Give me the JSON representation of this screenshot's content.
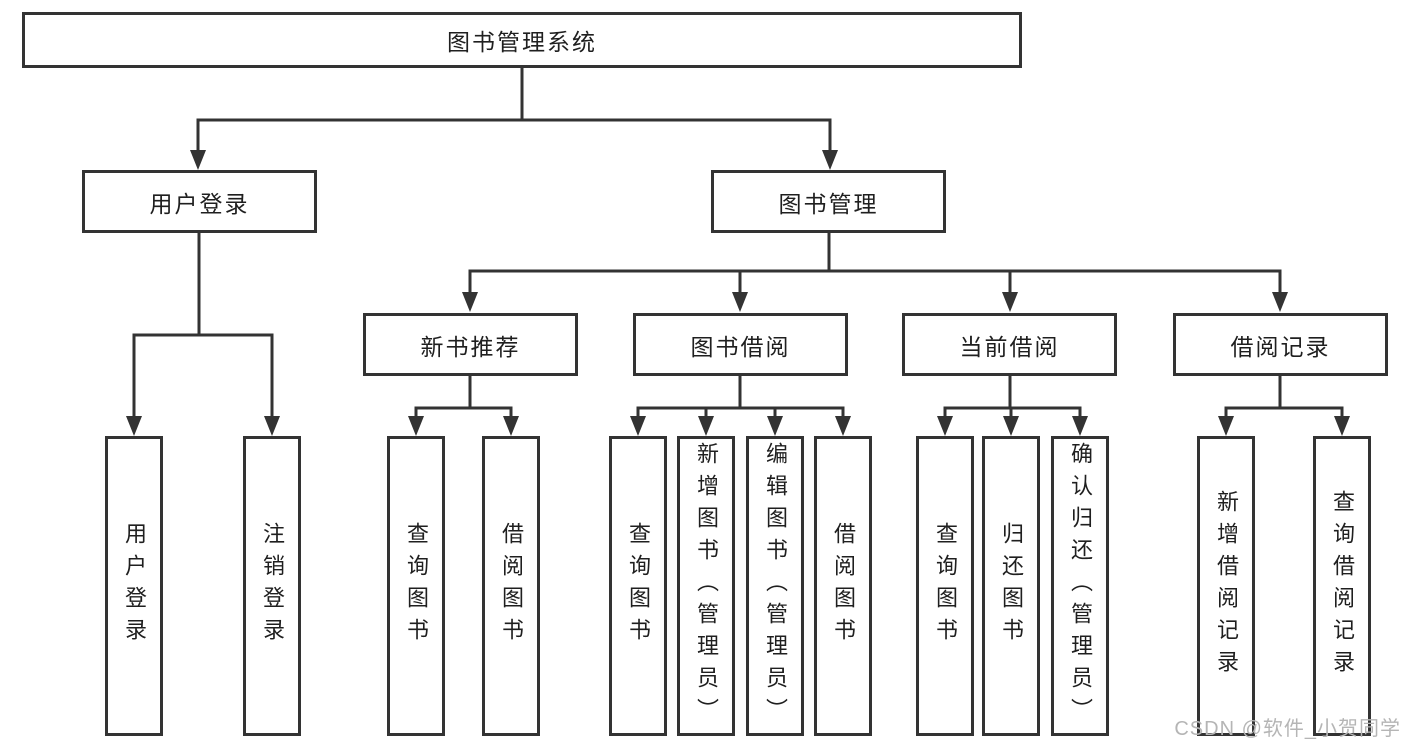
{
  "tree": {
    "root": {
      "label": "图书管理系统",
      "children": [
        {
          "label": "用户登录",
          "children": [
            {
              "label": "用户登录"
            },
            {
              "label": "注销登录"
            }
          ]
        },
        {
          "label": "图书管理",
          "children": [
            {
              "label": "新书推荐",
              "children": [
                {
                  "label": "查询图书"
                },
                {
                  "label": "借阅图书"
                }
              ]
            },
            {
              "label": "图书借阅",
              "children": [
                {
                  "label": "查询图书"
                },
                {
                  "label": "新增图书（管理员）"
                },
                {
                  "label": "编辑图书（管理员）"
                },
                {
                  "label": "借阅图书"
                }
              ]
            },
            {
              "label": "当前借阅",
              "children": [
                {
                  "label": "查询图书"
                },
                {
                  "label": "归还图书"
                },
                {
                  "label": "确认归还（管理员）"
                }
              ]
            },
            {
              "label": "借阅记录",
              "children": [
                {
                  "label": "新增借阅记录"
                },
                {
                  "label": "查询借阅记录"
                }
              ]
            }
          ]
        }
      ]
    }
  },
  "watermark": "CSDN @软件_小贺同学",
  "colors": {
    "line": "#333333",
    "box_border": "#333333",
    "text": "#1f1f1f",
    "watermark": "#b5b5b5",
    "background": "#ffffff"
  }
}
